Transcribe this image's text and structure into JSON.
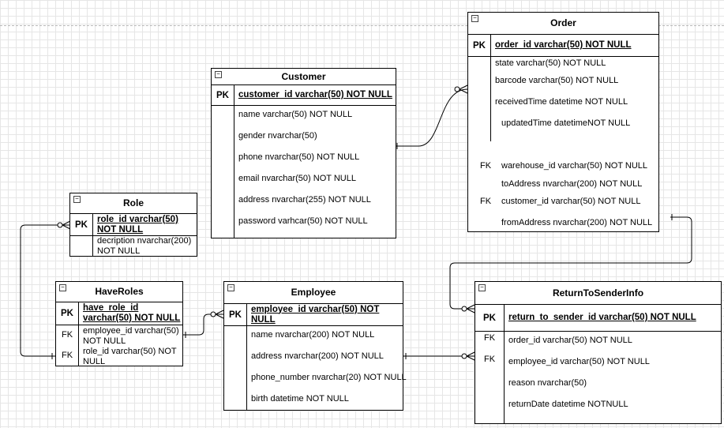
{
  "entities": {
    "order": {
      "title": "Order",
      "pk": {
        "key": "PK",
        "field": "order_id varchar(50) NOT NULL"
      },
      "rows": [
        {
          "key": "",
          "field": "state varchar(50) NOT NULL"
        },
        {
          "key": "",
          "field": "barcode varchar(50) NOT NULL"
        },
        {
          "key": "",
          "field": "receivedTime datetime NOT NULL"
        },
        {
          "key": "",
          "field": "updatedTime datetimeNOT NULL"
        },
        {
          "key": "FK",
          "field": "warehouse_id varchar(50) NOT NULL"
        },
        {
          "key": "",
          "field": "toAddress nvarchar(200) NOT NULL"
        },
        {
          "key": "FK",
          "field": "customer_id varchar(50) NOT NULL"
        },
        {
          "key": "",
          "field": "fromAddress nvarchar(200) NOT NULL"
        }
      ]
    },
    "customer": {
      "title": "Customer",
      "pk": {
        "key": "PK",
        "field": "customer_id varchar(50) NOT NULL"
      },
      "rows": [
        {
          "key": "",
          "field": "name varchar(50) NOT NULL"
        },
        {
          "key": "",
          "field": "gender nvarchar(50)"
        },
        {
          "key": "",
          "field": "phone nvarchar(50) NOT NULL"
        },
        {
          "key": "",
          "field": "email nvarchar(50) NOT NULL"
        },
        {
          "key": "",
          "field": "address nvarchar(255) NOT NULL"
        },
        {
          "key": "",
          "field": "password varhcar(50) NOT NULL"
        }
      ]
    },
    "role": {
      "title": "Role",
      "pk": {
        "key": "PK",
        "field": "role_id varchar(50) NOT NULL"
      },
      "rows": [
        {
          "key": "",
          "field": "decription nvarchar(200) NOT NULL"
        }
      ]
    },
    "haveroles": {
      "title": "HaveRoles",
      "pk": {
        "key": "PK",
        "field": "have_role_id varchar(50) NOT NULL"
      },
      "rows": [
        {
          "key": "FK",
          "field": "employee_id varchar(50) NOT NULL"
        },
        {
          "key": "FK",
          "field": "role_id varchar(50) NOT NULL"
        }
      ]
    },
    "employee": {
      "title": "Employee",
      "pk": {
        "key": "PK",
        "field": "employee_id varchar(50) NOT NULL"
      },
      "rows": [
        {
          "key": "",
          "field": "name nvarchar(200) NOT NULL"
        },
        {
          "key": "",
          "field": "address nvarchar(200) NOT NULL"
        },
        {
          "key": "",
          "field": "phone_number nvarchar(20) NOT NULL"
        },
        {
          "key": "",
          "field": "birth datetime NOT NULL"
        }
      ]
    },
    "returntosenderinfo": {
      "title": "ReturnToSenderInfo",
      "pk": {
        "key": "PK",
        "field": "return_to_sender_id varchar(50) NOT NULL"
      },
      "rows": [
        {
          "key": "FK",
          "field": "order_id varchar(50) NOT NULL"
        },
        {
          "key": "FK",
          "field": "employee_id varchar(50) NOT NULL"
        },
        {
          "key": "",
          "field": "reason nvarchar(50)"
        },
        {
          "key": "",
          "field": "returnDate datetime NOTNULL"
        }
      ]
    }
  },
  "collapse_glyph": "−"
}
